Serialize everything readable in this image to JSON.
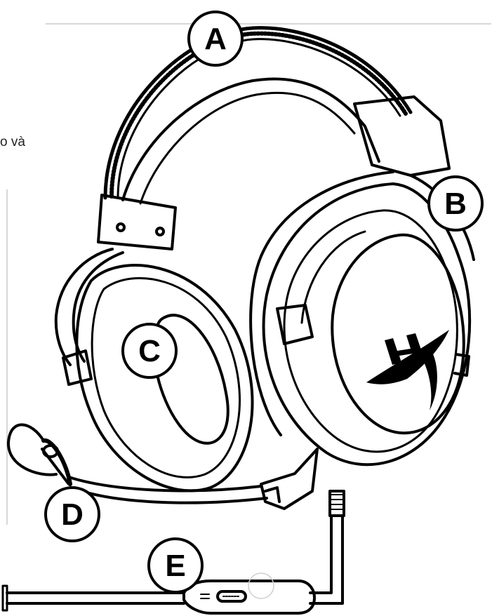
{
  "page_fragment_text": "o và",
  "callouts": [
    {
      "id": "A",
      "label": "A"
    },
    {
      "id": "B",
      "label": "B"
    },
    {
      "id": "C",
      "label": "C"
    },
    {
      "id": "D",
      "label": "D"
    },
    {
      "id": "E",
      "label": "E"
    }
  ],
  "logo": {
    "name": "hyperx-logo",
    "text": "HX"
  },
  "colors": {
    "line": "#000000",
    "background": "#ffffff"
  }
}
